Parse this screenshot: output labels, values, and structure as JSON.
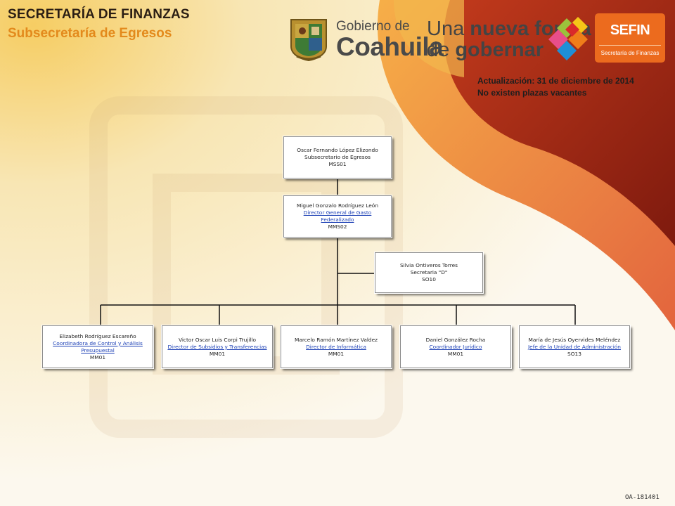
{
  "header": {
    "title": "SECRETARÍA DE FINANZAS",
    "subtitle": "Subsecretaría de Egresos"
  },
  "logos": {
    "gobierno_small": "Gobierno de",
    "gobierno_big": "Coahuila",
    "slogan_line1_a": "Una ",
    "slogan_line1_b": "nueva forma",
    "slogan_line2_a": "de ",
    "slogan_line2_b": "gobernar",
    "sefin_title": "SEFIN",
    "sefin_sub": "Secretaría de Finanzas"
  },
  "update": {
    "line1": "Actualización: 31  de diciembre de 2014",
    "line2": "No existen plazas vacantes"
  },
  "org": {
    "root": {
      "name": "Oscar Fernando López Elizondo",
      "position": "Subsecretario de Egresos",
      "code": "MSS01"
    },
    "director_general": {
      "name": "Miguel Gonzalo Rodríguez León",
      "position": "Director General de Gasto Federalizado",
      "code": "MMS02"
    },
    "secretaria": {
      "name": "Silvia Ontiveros Torres",
      "position": "Secretaria  \"D\"",
      "code": "SO10"
    },
    "subordinates": [
      {
        "name": "Elizabeth Rodríguez Escareño",
        "position": "Coordinadora  de Control y Análisis Presupuestal",
        "code": "MM01"
      },
      {
        "name": "Victor Oscar Luis Corpi Trujillo",
        "position": "Director de Subsidios y Transferencias",
        "code": "MM01"
      },
      {
        "name": "Marcelo Ramón Martínez Valdez",
        "position": "Director de Informática",
        "code": "MM01"
      },
      {
        "name": "Daniel González Rocha",
        "position": "Coordinador Jurídico",
        "code": "MM01"
      },
      {
        "name": "María de Jesús Oyervides Meléndez",
        "position": "Jefe de la Unidad de Administración",
        "code": "SO13"
      }
    ]
  },
  "footer": {
    "code": "OA-181401"
  },
  "colors": {
    "title": "#2b1e14",
    "subtitle": "#e38a1c",
    "link": "#1b3fb5",
    "sefin": "#ec6b1e"
  }
}
